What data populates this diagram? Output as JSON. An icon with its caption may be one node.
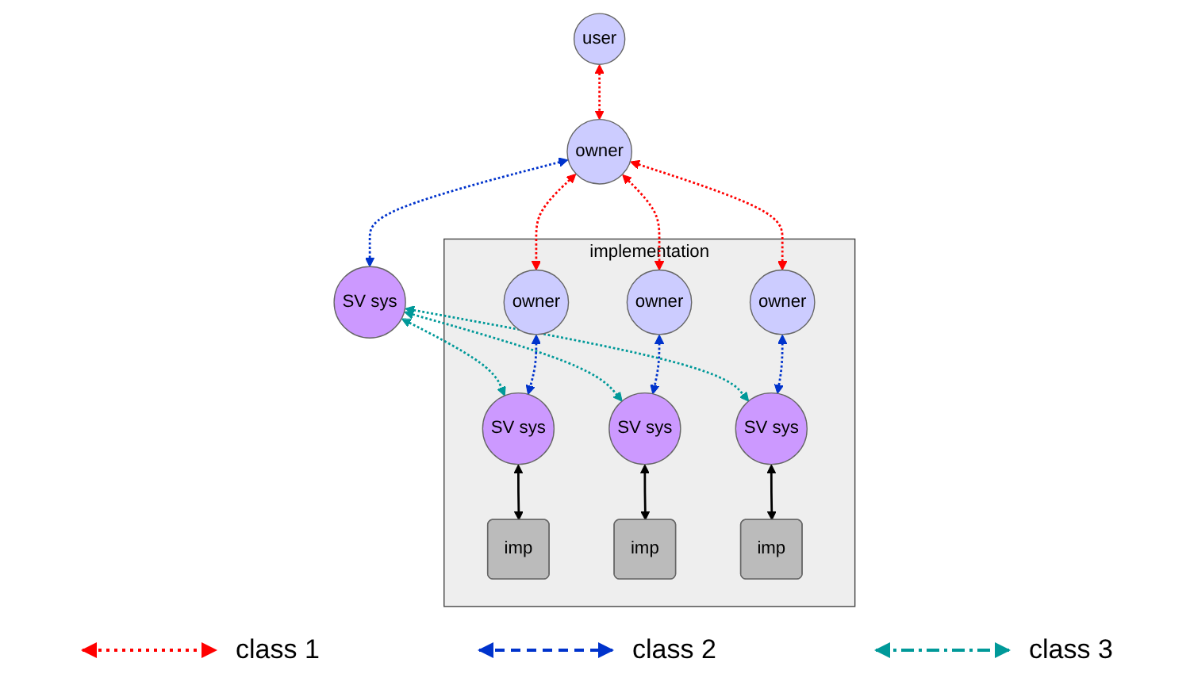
{
  "diagram": {
    "nodes": [
      {
        "text": [
          "user"
        ]
      },
      {
        "text": [
          "owner"
        ]
      },
      {
        "text": [
          "SV sys"
        ]
      },
      {
        "text": [
          "implementation"
        ]
      },
      {
        "text": [
          "owner"
        ],
        "in": 3
      },
      {
        "text": [
          "SV sys"
        ],
        "in": 3
      },
      {
        "text": [
          "owner"
        ],
        "in": 3
      },
      {
        "text": [
          "SV sys"
        ],
        "in": 3
      },
      {
        "text": [
          "owner"
        ],
        "in": 3
      },
      {
        "text": [
          "SV sys"
        ],
        "in": 3
      },
      {
        "text": [
          "imp"
        ],
        "in": 3
      },
      {
        "text": [
          "imp"
        ],
        "in": 3
      },
      {
        "text": [
          "imp"
        ],
        "in": 3
      }
    ],
    "edges": [
      {
        "from": 0,
        "to": 1,
        "arrow": "both",
        "style": "dashed",
        "color": "#ff0000"
      },
      {
        "from": 1,
        "to": 2,
        "arrow": "both",
        "style": "dashed",
        "color": "#0033cc"
      },
      {
        "from": 1,
        "to": 4,
        "arrow": "both",
        "style": "dashed",
        "color": "#ff0000"
      },
      {
        "from": 1,
        "to": 6,
        "arrow": "both",
        "style": "dashed",
        "color": "#ff0000"
      },
      {
        "from": 1,
        "to": 8,
        "arrow": "both",
        "style": "dashed",
        "color": "#ff0000"
      },
      {
        "from": 2,
        "to": 5,
        "arrow": "both",
        "style": "dashed",
        "color": "#009999"
      },
      {
        "from": 2,
        "to": 7,
        "arrow": "both",
        "style": "dashed",
        "color": "#009999"
      },
      {
        "from": 2,
        "to": 9,
        "arrow": "both",
        "style": "dashed",
        "color": "#009999"
      },
      {
        "from": 4,
        "to": 5,
        "arrow": "both",
        "style": "dashed",
        "color": "#0033cc"
      },
      {
        "from": 6,
        "to": 7,
        "arrow": "both",
        "style": "dashed",
        "color": "#0033cc"
      },
      {
        "from": 8,
        "to": 9,
        "arrow": "both",
        "style": "dashed",
        "color": "#0033cc"
      },
      {
        "from": 5,
        "to": 10,
        "arrow": "both",
        "color": "#000000"
      },
      {
        "from": 7,
        "to": 11,
        "arrow": "both",
        "color": "#000000"
      },
      {
        "from": 9,
        "to": 12,
        "arrow": "both",
        "color": "#000000"
      }
    ],
    "legend": [
      {
        "text": "class 1"
      },
      {
        "text": "class 2"
      },
      {
        "text": "class 3"
      }
    ]
  }
}
